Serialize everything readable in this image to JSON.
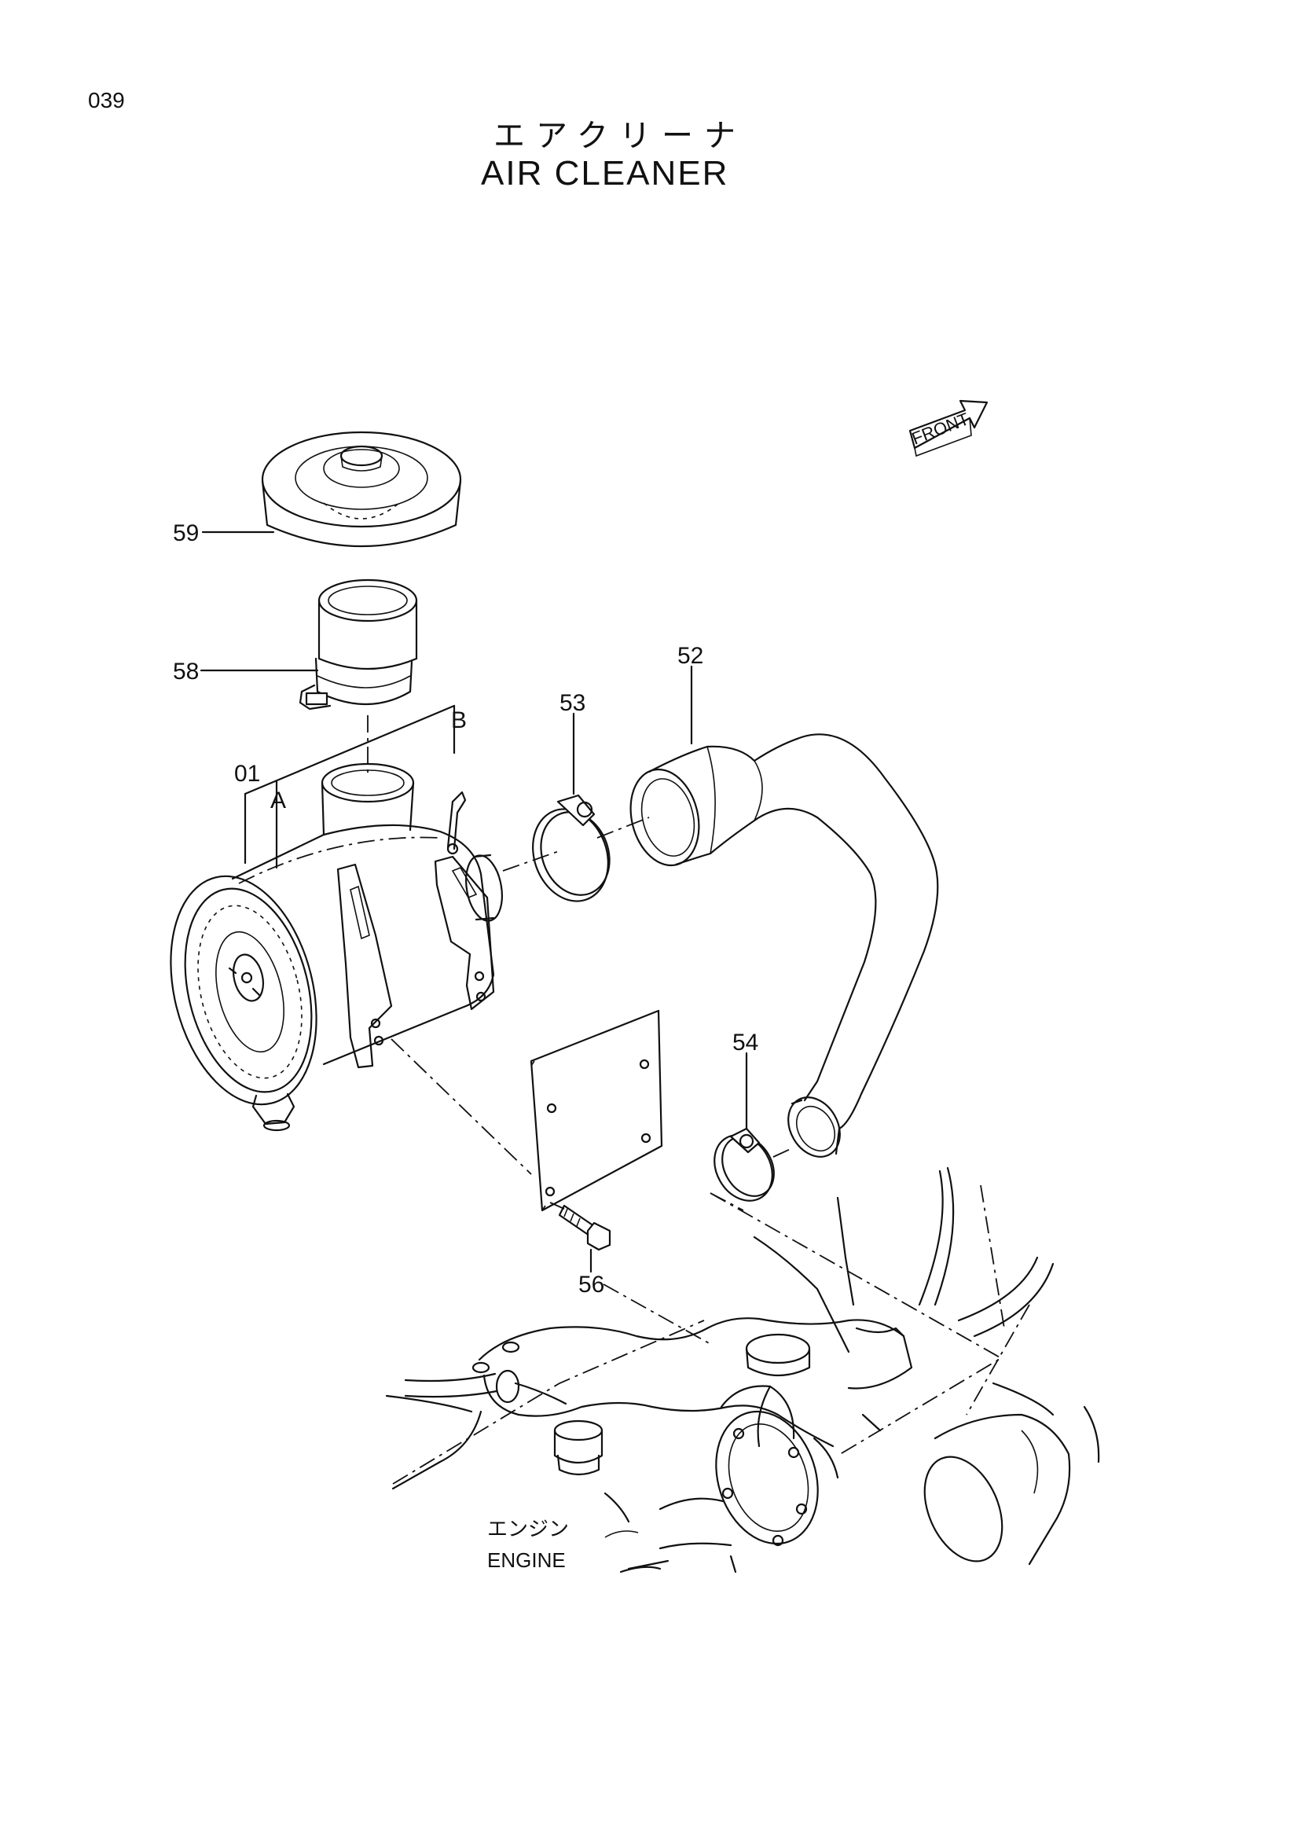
{
  "page": {
    "number": "039",
    "title_jp": "エアクリーナ",
    "title_en": "AIR CLEANER"
  },
  "direction": {
    "label": "FRONT"
  },
  "callouts": {
    "c01": "01",
    "cA": "A",
    "cB": "B",
    "c52": "52",
    "c53": "53",
    "c54": "54",
    "c56": "56",
    "c58": "58",
    "c59": "59"
  },
  "engine": {
    "label_jp": "エンジン",
    "label_en": "ENGINE"
  },
  "colors": {
    "ink": "#111111",
    "paper": "#ffffff"
  }
}
